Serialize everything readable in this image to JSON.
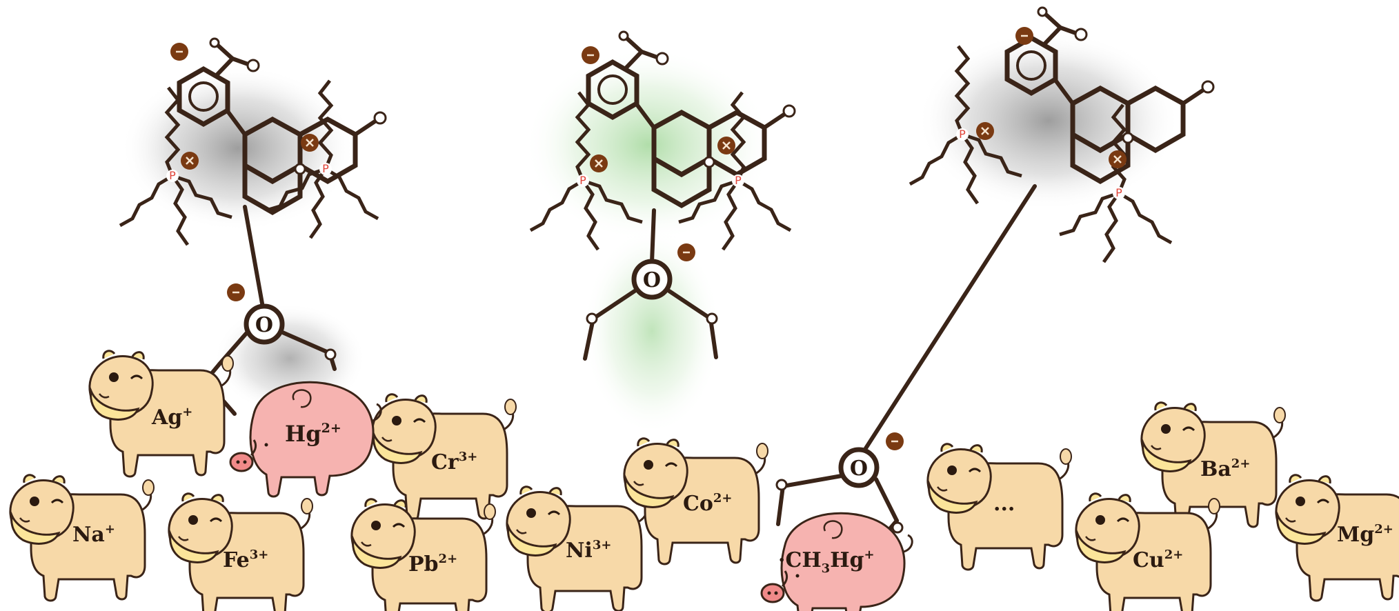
{
  "colors": {
    "ink": "#3a2418",
    "cow_body": "#f7d9a8",
    "cow_face": "#fbe59a",
    "pig_body": "#f6b3b0",
    "charge_badge": "#7a3a12",
    "phosphorus": "#e0453a",
    "glow_gray": "#9a9a9a",
    "glow_green": "#a9d8a0"
  },
  "charges": {
    "negative": "-",
    "positive": "+"
  },
  "phosphorus_label": "P",
  "oxygen_label": "O",
  "probes": [
    {
      "state": "bound",
      "glow": "gray",
      "target_label": "Hg",
      "target_sup": "2+"
    },
    {
      "state": "free",
      "glow": "green"
    },
    {
      "state": "bound",
      "glow": "gray",
      "target_label": "·CH",
      "target_sub": "3",
      "target_label2": "Hg",
      "target_sup": "+"
    }
  ],
  "cows": [
    {
      "base": "Ag",
      "sup": "+"
    },
    {
      "base": "Na",
      "sup": "+"
    },
    {
      "base": "Fe",
      "sup": "3+"
    },
    {
      "base": "Cr",
      "sup": "3+"
    },
    {
      "base": "Pb",
      "sup": "2+"
    },
    {
      "base": "Ni",
      "sup": "3+"
    },
    {
      "base": "Co",
      "sup": "2+"
    },
    {
      "base": "...",
      "sup": ""
    },
    {
      "base": "Ba",
      "sup": "2+"
    },
    {
      "base": "Cu",
      "sup": "2+"
    },
    {
      "base": "Mg",
      "sup": "2+"
    }
  ]
}
